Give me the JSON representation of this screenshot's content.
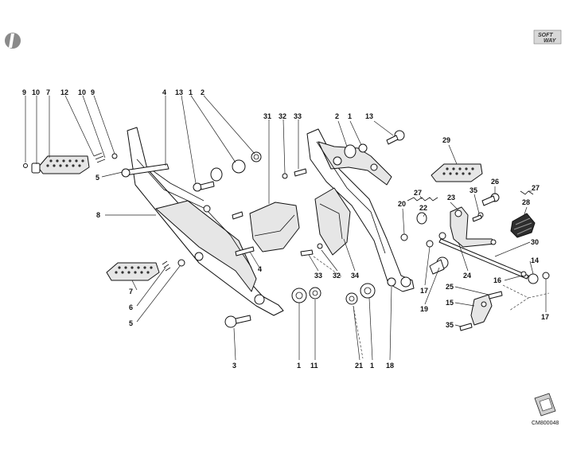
{
  "logo": {
    "line1": "SOFT",
    "line2": "WAY"
  },
  "drawing_code": "CM800048",
  "callouts": [
    {
      "id": "c9a",
      "label": "9"
    },
    {
      "id": "c10a",
      "label": "10"
    },
    {
      "id": "c7a",
      "label": "7"
    },
    {
      "id": "c12",
      "label": "12"
    },
    {
      "id": "c10b",
      "label": "10"
    },
    {
      "id": "c9b",
      "label": "9"
    },
    {
      "id": "c4a",
      "label": "4"
    },
    {
      "id": "c13a",
      "label": "13"
    },
    {
      "id": "c1a",
      "label": "1"
    },
    {
      "id": "c2a",
      "label": "2"
    },
    {
      "id": "c31",
      "label": "31"
    },
    {
      "id": "c32a",
      "label": "32"
    },
    {
      "id": "c33a",
      "label": "33"
    },
    {
      "id": "c2b",
      "label": "2"
    },
    {
      "id": "c1b",
      "label": "1"
    },
    {
      "id": "c13b",
      "label": "13"
    },
    {
      "id": "c29",
      "label": "29"
    },
    {
      "id": "c26",
      "label": "26"
    },
    {
      "id": "c35a",
      "label": "35"
    },
    {
      "id": "c27a",
      "label": "27"
    },
    {
      "id": "c27b",
      "label": "27"
    },
    {
      "id": "c20",
      "label": "20"
    },
    {
      "id": "c22",
      "label": "22"
    },
    {
      "id": "c23",
      "label": "23"
    },
    {
      "id": "c28",
      "label": "28"
    },
    {
      "id": "c5a",
      "label": "5"
    },
    {
      "id": "c8",
      "label": "8"
    },
    {
      "id": "c4b",
      "label": "4"
    },
    {
      "id": "c30",
      "label": "30"
    },
    {
      "id": "c14",
      "label": "14"
    },
    {
      "id": "c16",
      "label": "16"
    },
    {
      "id": "c24",
      "label": "24"
    },
    {
      "id": "c17a",
      "label": "17"
    },
    {
      "id": "c19",
      "label": "19"
    },
    {
      "id": "c25",
      "label": "25"
    },
    {
      "id": "c15",
      "label": "15"
    },
    {
      "id": "c17b",
      "label": "17"
    },
    {
      "id": "c35b",
      "label": "35"
    },
    {
      "id": "c7b",
      "label": "7"
    },
    {
      "id": "c6",
      "label": "6"
    },
    {
      "id": "c5b",
      "label": "5"
    },
    {
      "id": "c33b",
      "label": "33"
    },
    {
      "id": "c32b",
      "label": "32"
    },
    {
      "id": "c34",
      "label": "34"
    },
    {
      "id": "c3",
      "label": "3"
    },
    {
      "id": "c1c",
      "label": "1"
    },
    {
      "id": "c11",
      "label": "11"
    },
    {
      "id": "c21",
      "label": "21"
    },
    {
      "id": "c1d",
      "label": "1"
    },
    {
      "id": "c18",
      "label": "18"
    }
  ]
}
